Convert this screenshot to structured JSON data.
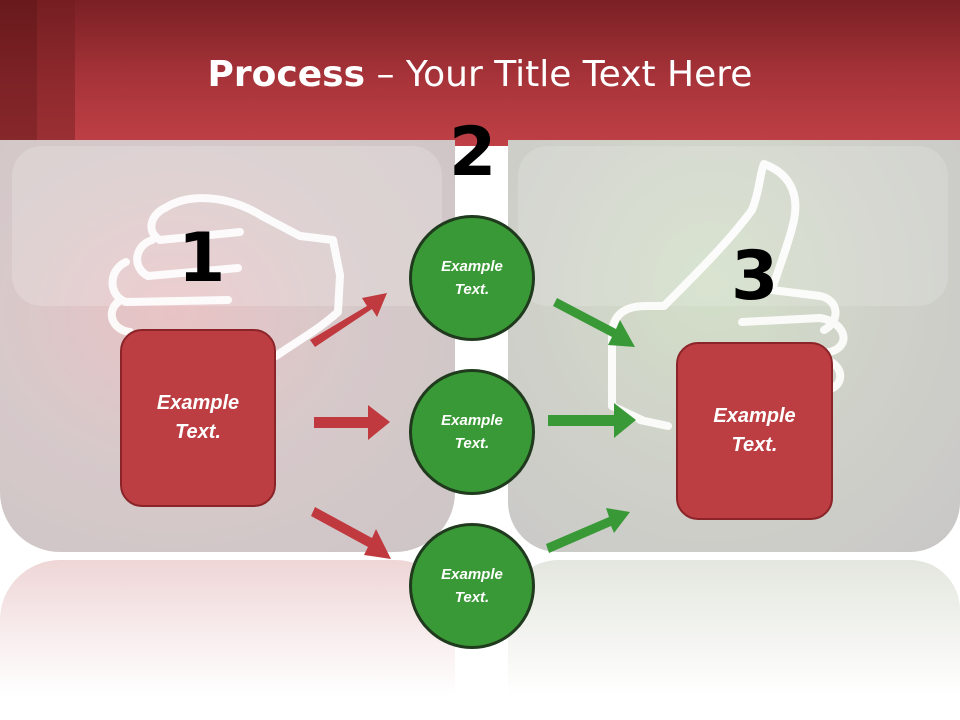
{
  "slide": {
    "title_bold": "Process",
    "title_rest": " – Your Title Text Here"
  },
  "steps": {
    "step1_number": "1",
    "step2_number": "2",
    "step3_number": "3",
    "box_left_text": "Example Text.",
    "box_right_text": "Example Text.",
    "circle_top_text": "Example Text.",
    "circle_middle_text": "Example Text.",
    "circle_bottom_text": "Example Text."
  },
  "colors": {
    "header": "#a8343a",
    "red_box": "#bc3d42",
    "red_arrow": "#c0393e",
    "green_circle": "#3a9937",
    "green_arrow": "#3a9937"
  },
  "icons": {
    "left_icon": "thumbs-down-icon",
    "right_icon": "thumbs-up-icon",
    "arrows": "arrow-icon"
  }
}
